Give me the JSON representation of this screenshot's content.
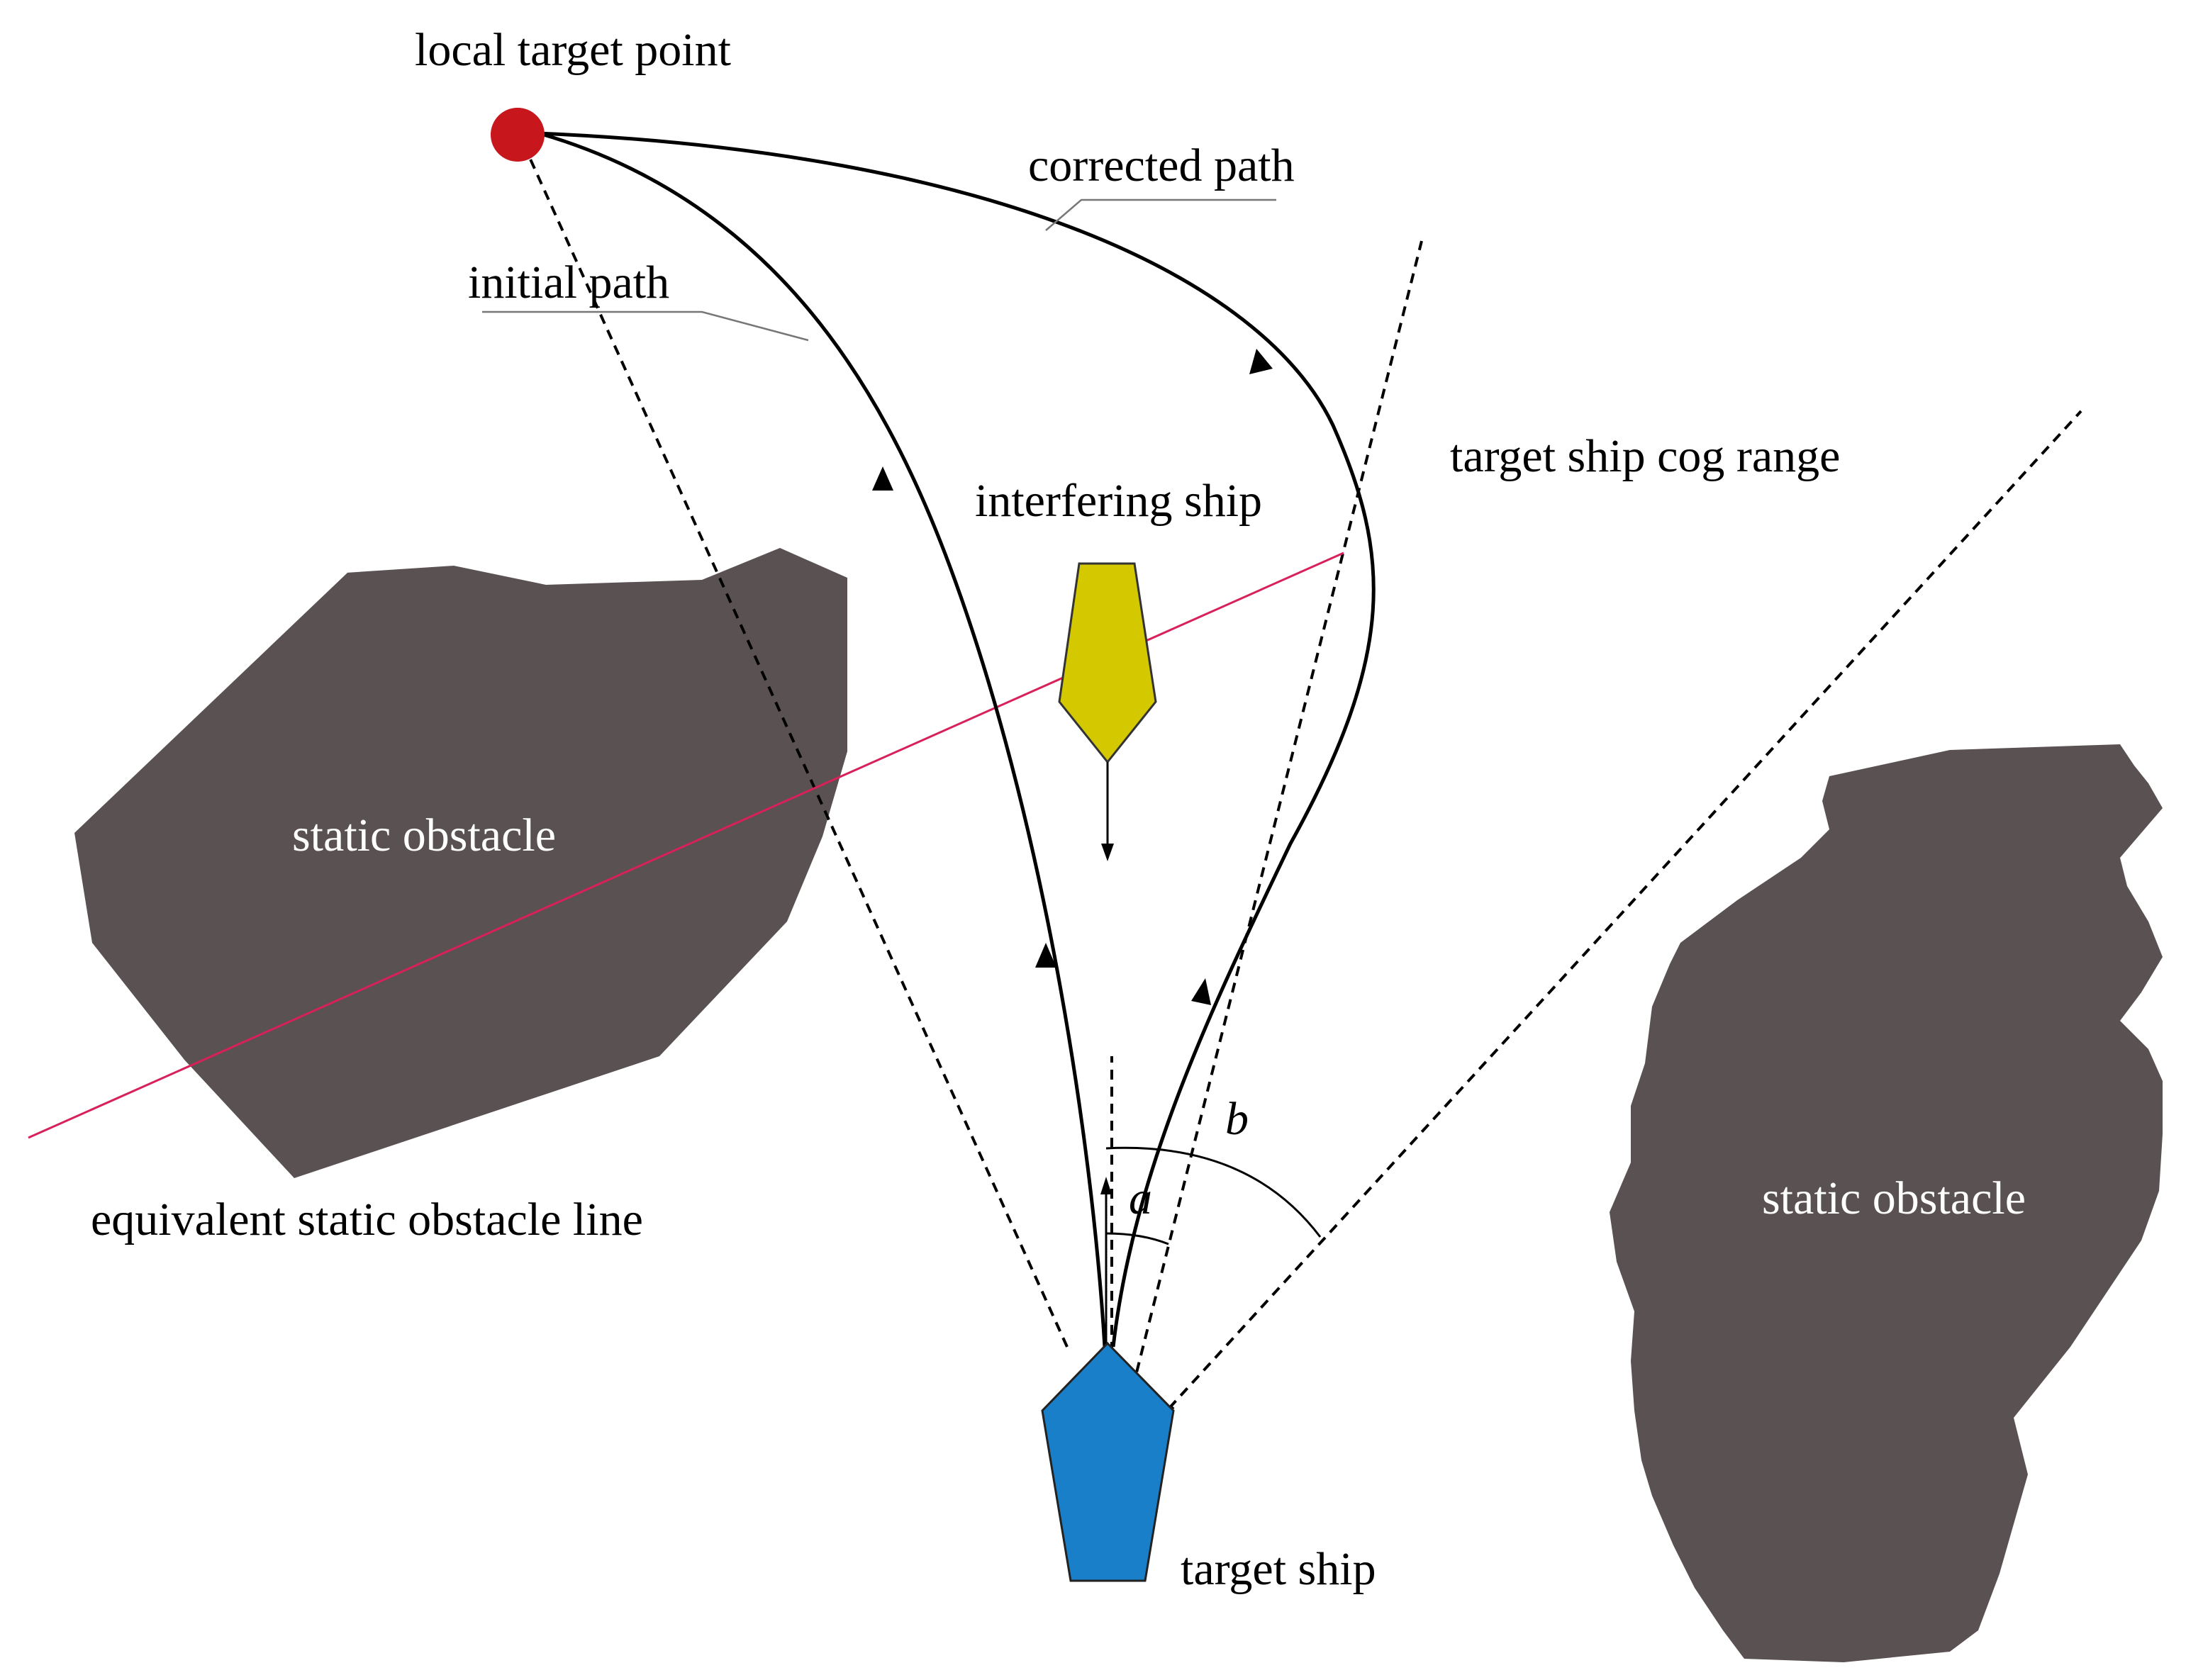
{
  "labels": {
    "local_target_point": "local target point",
    "corrected_path": "corrected path",
    "initial_path": "initial path",
    "target_ship_cog_range": "target ship cog range",
    "interfering_ship": "interfering ship",
    "static_obstacle_left": "static obstacle",
    "static_obstacle_right": "static obstacle",
    "equivalent_static_obstacle_line": "equivalent static obstacle line",
    "target_ship": "target ship",
    "angle_a": "a",
    "angle_b": "b"
  },
  "colors": {
    "target_point": "#c8161d",
    "target_ship": "#1a7fc9",
    "interfering_ship": "#d4c800",
    "obstacle": "#5a5152",
    "equivalent_line": "#d8205a"
  }
}
